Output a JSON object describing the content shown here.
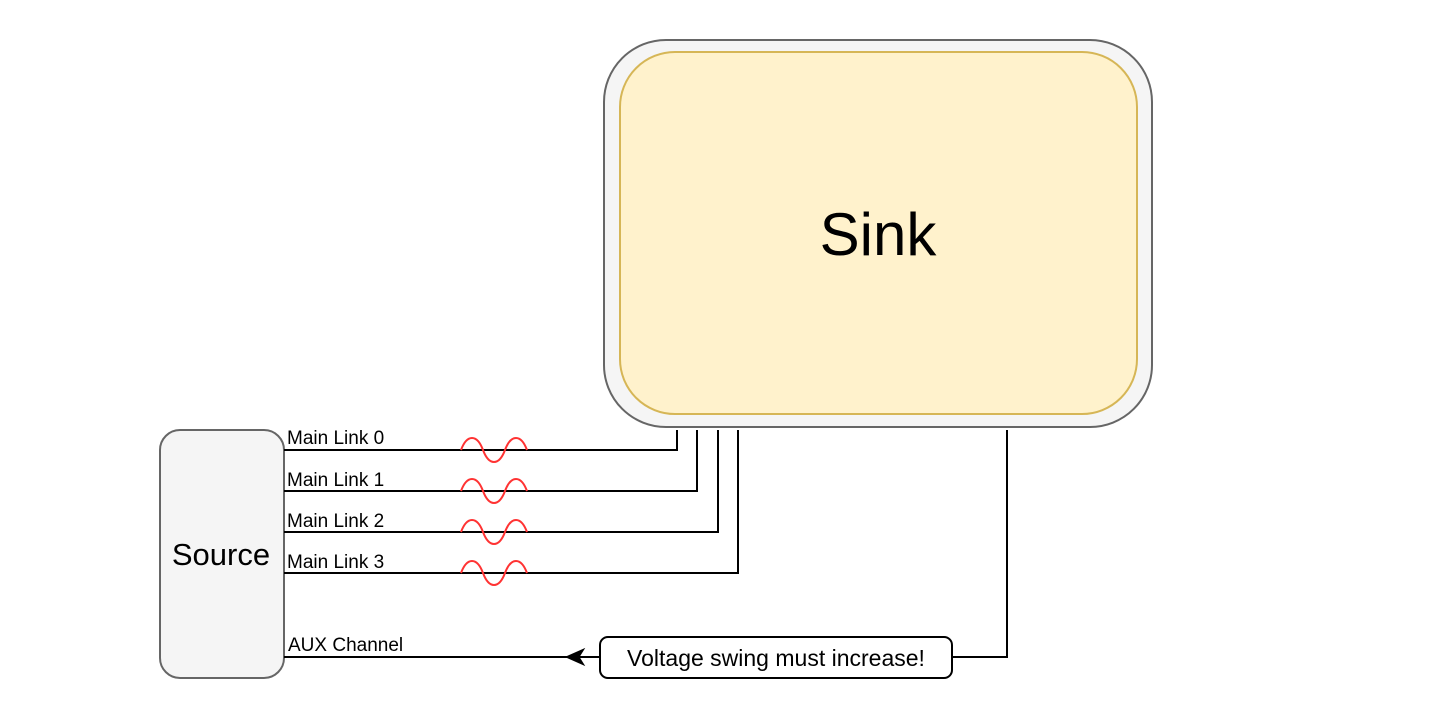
{
  "sink": {
    "label": "Sink"
  },
  "source": {
    "label": "Source"
  },
  "links": [
    {
      "label": "Main Link 0"
    },
    {
      "label": "Main Link 1"
    },
    {
      "label": "Main Link 2"
    },
    {
      "label": "Main Link 3"
    }
  ],
  "aux": {
    "label": "AUX Channel"
  },
  "message": {
    "text": "Voltage swing must increase!"
  },
  "colors": {
    "sink_fill": "#fff2cc",
    "sink_stroke": "#d6b656",
    "outer_fill": "#f5f5f5",
    "outer_stroke": "#666666",
    "noise": "#ff3333",
    "line": "#000000"
  }
}
